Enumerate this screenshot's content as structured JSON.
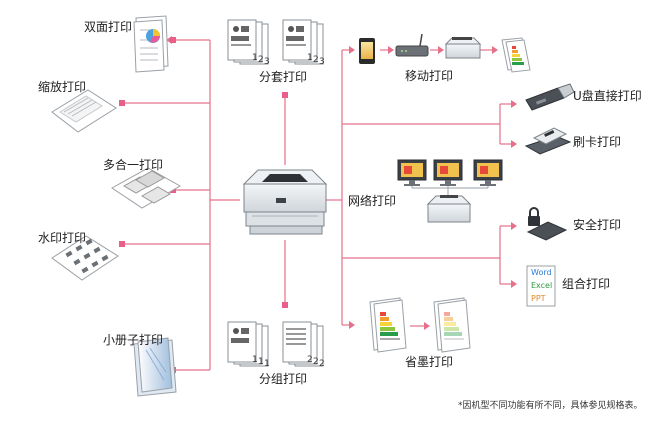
{
  "colors": {
    "connector": "#e5708a",
    "connector_dot": "#e8608a",
    "paper": "#ffffff",
    "paper_edge": "#9aa0a6",
    "printer_body": "#e9edf0",
    "printer_dark": "#5a6068"
  },
  "left_features": [
    {
      "label": "双面打印",
      "icon": "duplex-print-icon"
    },
    {
      "label": "缩放打印",
      "icon": "zoom-print-icon"
    },
    {
      "label": "多合一打印",
      "icon": "n-up-print-icon"
    },
    {
      "label": "水印打印",
      "icon": "watermark-print-icon"
    },
    {
      "label": "小册子打印",
      "icon": "booklet-print-icon"
    }
  ],
  "center_features": {
    "collate": {
      "label": "分套打印",
      "page_numbers": [
        "1",
        "2",
        "3"
      ]
    },
    "group": {
      "label": "分组打印",
      "page_numbers": [
        "1",
        "1",
        "1",
        "2",
        "2",
        "2"
      ]
    }
  },
  "right_features": [
    {
      "label": "移动打印",
      "icon": "mobile-print-icon"
    },
    {
      "label": "U盘直接打印",
      "icon": "usb-drive-icon"
    },
    {
      "label": "刷卡打印",
      "icon": "card-swipe-icon"
    },
    {
      "label": "网络打印",
      "icon": "network-print-icon"
    },
    {
      "label": "安全打印",
      "icon": "secure-print-icon"
    },
    {
      "label": "组合打印",
      "icon": "combo-print-icon"
    },
    {
      "label": "省墨打印",
      "icon": "toner-save-icon"
    }
  ],
  "combo_formats": [
    "Word",
    "Excel",
    "PPT"
  ],
  "footnote": "*因机型不同功能有所不同，具体参见规格表。"
}
